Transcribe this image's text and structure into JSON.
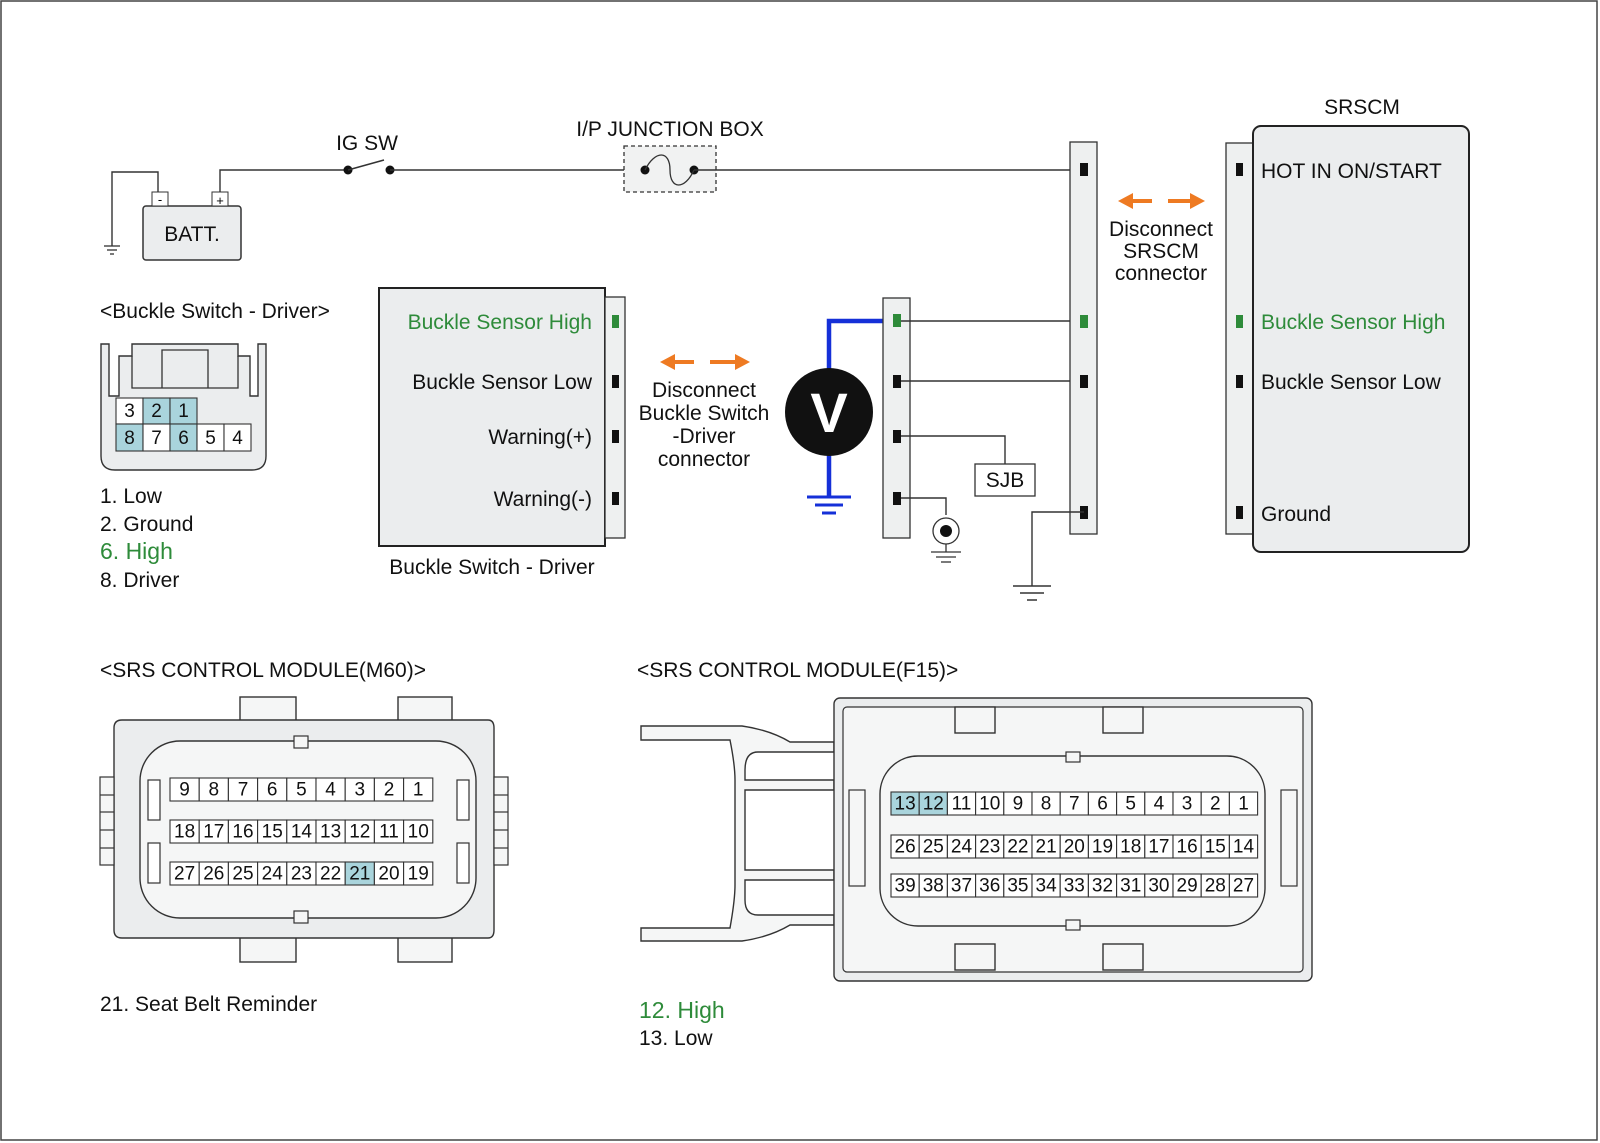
{
  "power_circuit": {
    "ig_sw": "IG SW",
    "junction_box": "I/P JUNCTION BOX",
    "battery": "BATT.",
    "batt_minus": "-",
    "batt_plus": "+"
  },
  "buckle_switch_connector": {
    "title": "<Buckle Switch - Driver>",
    "top_row": [
      "3",
      "2",
      "1"
    ],
    "bottom_row": [
      "8",
      "7",
      "6",
      "5",
      "4"
    ],
    "highlighted_pins": [
      "2",
      "1",
      "8",
      "6"
    ],
    "legend": [
      {
        "text": "1. Low",
        "color": "#111111"
      },
      {
        "text": "2. Ground",
        "color": "#111111"
      },
      {
        "text": "6. High",
        "color": "#2e8b3a"
      },
      {
        "text": "8. Driver",
        "color": "#111111"
      }
    ]
  },
  "buckle_switch_module": {
    "pins": [
      "Buckle Sensor High",
      "Buckle Sensor Low",
      "Warning(+)",
      "Warning(-)"
    ],
    "caption": "Buckle Switch - Driver",
    "disconnect_note": [
      "Disconnect",
      "Buckle Switch",
      "-Driver",
      "connector"
    ]
  },
  "meter": {
    "symbol": "V"
  },
  "sjb": "SJB",
  "srscm": {
    "title": "SRSCM",
    "pins": [
      "HOT IN ON/START",
      "Buckle Sensor High",
      "Buckle Sensor Low",
      "Ground"
    ],
    "disconnect_note": [
      "Disconnect",
      "SRSCM",
      "connector"
    ]
  },
  "m60_connector": {
    "title": "<SRS CONTROL MODULE(M60)>",
    "rows": [
      [
        "9",
        "8",
        "7",
        "6",
        "5",
        "4",
        "3",
        "2",
        "1"
      ],
      [
        "18",
        "17",
        "16",
        "15",
        "14",
        "13",
        "12",
        "11",
        "10"
      ],
      [
        "27",
        "26",
        "25",
        "24",
        "23",
        "22",
        "21",
        "20",
        "19"
      ]
    ],
    "highlighted_pins": [
      "21"
    ],
    "legend": [
      {
        "text": "21. Seat Belt Reminder",
        "color": "#111111"
      }
    ]
  },
  "f15_connector": {
    "title": "<SRS CONTROL MODULE(F15)>",
    "rows": [
      [
        "13",
        "12",
        "11",
        "10",
        "9",
        "8",
        "7",
        "6",
        "5",
        "4",
        "3",
        "2",
        "1"
      ],
      [
        "26",
        "25",
        "24",
        "23",
        "22",
        "21",
        "20",
        "19",
        "18",
        "17",
        "16",
        "15",
        "14"
      ],
      [
        "39",
        "38",
        "37",
        "36",
        "35",
        "34",
        "33",
        "32",
        "31",
        "30",
        "29",
        "28",
        "27"
      ]
    ],
    "highlighted_pins": [
      "13",
      "12"
    ],
    "legend": [
      {
        "text": "12. High",
        "color": "#2e8b3a"
      },
      {
        "text": "13. Low",
        "color": "#111111"
      }
    ]
  },
  "colors": {
    "highlight_pin": "#a9d4dc",
    "signal_green": "#2e8b3a",
    "arrow_orange": "#ee7a22",
    "probe_blue": "#1530d8"
  }
}
